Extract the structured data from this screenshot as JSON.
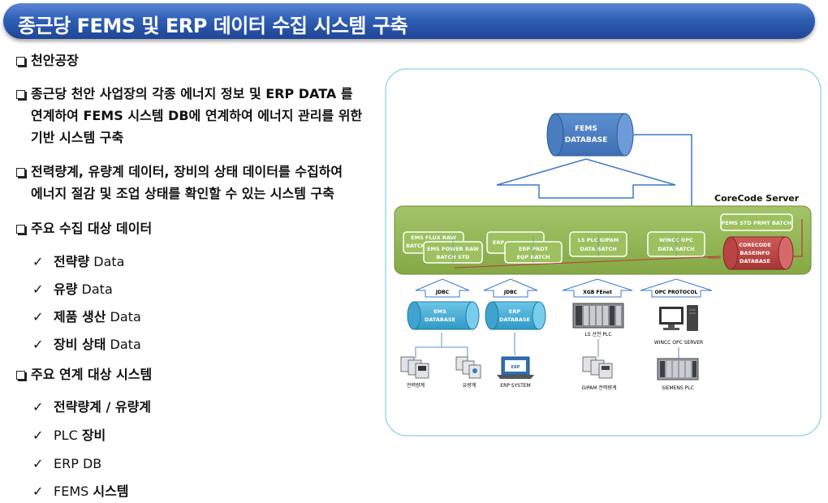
{
  "title": "종근당 FEMS 및 ERP 데이터 수집 시스템 구축",
  "bullets": {
    "b1": "천안공장",
    "b2_l1": "종근당 천안 사업장의 각종 에너지 정보 및 ERP DATA 를",
    "b2_l2": "연계하여 FEMS 시스템 DB에 연계하여 에너지 관리를 위한",
    "b2_l3": "기반 시스템 구축",
    "b3_l1": "전력량계, 유량계 데이터, 장비의 상태 데이터를 수집하여",
    "b3_l2": "에너지 절감 및 조업 상태를 확인할 수 있는 시스템 구축",
    "b4": "주요 수집 대상 데이터",
    "b5": "주요 연계 대상 시스템"
  },
  "collect_items": [
    {
      "bold": "전략량",
      "normal": " Data"
    },
    {
      "bold": "유량",
      "normal": " Data"
    },
    {
      "bold": "제품 생산",
      "normal": " Data"
    },
    {
      "bold": "장비 상태",
      "normal": " Data"
    }
  ],
  "link_items": [
    {
      "bold": "전략량계 / 유량계",
      "normal": ""
    },
    {
      "normal": "PLC ",
      "bold": "장비"
    },
    {
      "normal": "ERP DB",
      "bold": ""
    },
    {
      "normal": "FEMS ",
      "bold": "시스템"
    }
  ],
  "check_mark": "✓",
  "diagram": {
    "fems_db": [
      "FEMS",
      "DATABASE"
    ],
    "server_label": "CoreCode Server",
    "fems_std_batch": "FEMS STD PRMT BATCH",
    "batch_ems_back": [
      "EMS FLUX RAW",
      "BATCH"
    ],
    "batch_ems_front": [
      "EMS POWER RAW",
      "BATCH STD"
    ],
    "batch_erp_back": [
      "ERP",
      ""
    ],
    "batch_erp_front": [
      "ERP PRDT",
      "EQP BATCH"
    ],
    "batch_ls": [
      "LS PLC GIPAM",
      "DATA BATCH"
    ],
    "batch_wincc": [
      "WINCC OPC",
      "DATA BATCH"
    ],
    "corecode_db": [
      "CORECODE",
      "BASEINFO",
      "DATABASE"
    ],
    "arrow_labels": [
      "JDBC",
      "JDBC",
      "XGB FEnet",
      "OPC PROTOCOL"
    ],
    "ems_db": [
      "EMS",
      "DATABASE"
    ],
    "erp_db": [
      "ERP",
      "DATABASE"
    ],
    "ls_plc": "LS 산전 PLC",
    "wincc_server": "WINCC OPC SERVER",
    "power_meter": "전력량계",
    "flow_meter": "유량계",
    "erp_system": "ERP SYSTEM",
    "gipam": "GIPAM 전력량계",
    "siemens_plc": "SIEMENS PLC"
  }
}
